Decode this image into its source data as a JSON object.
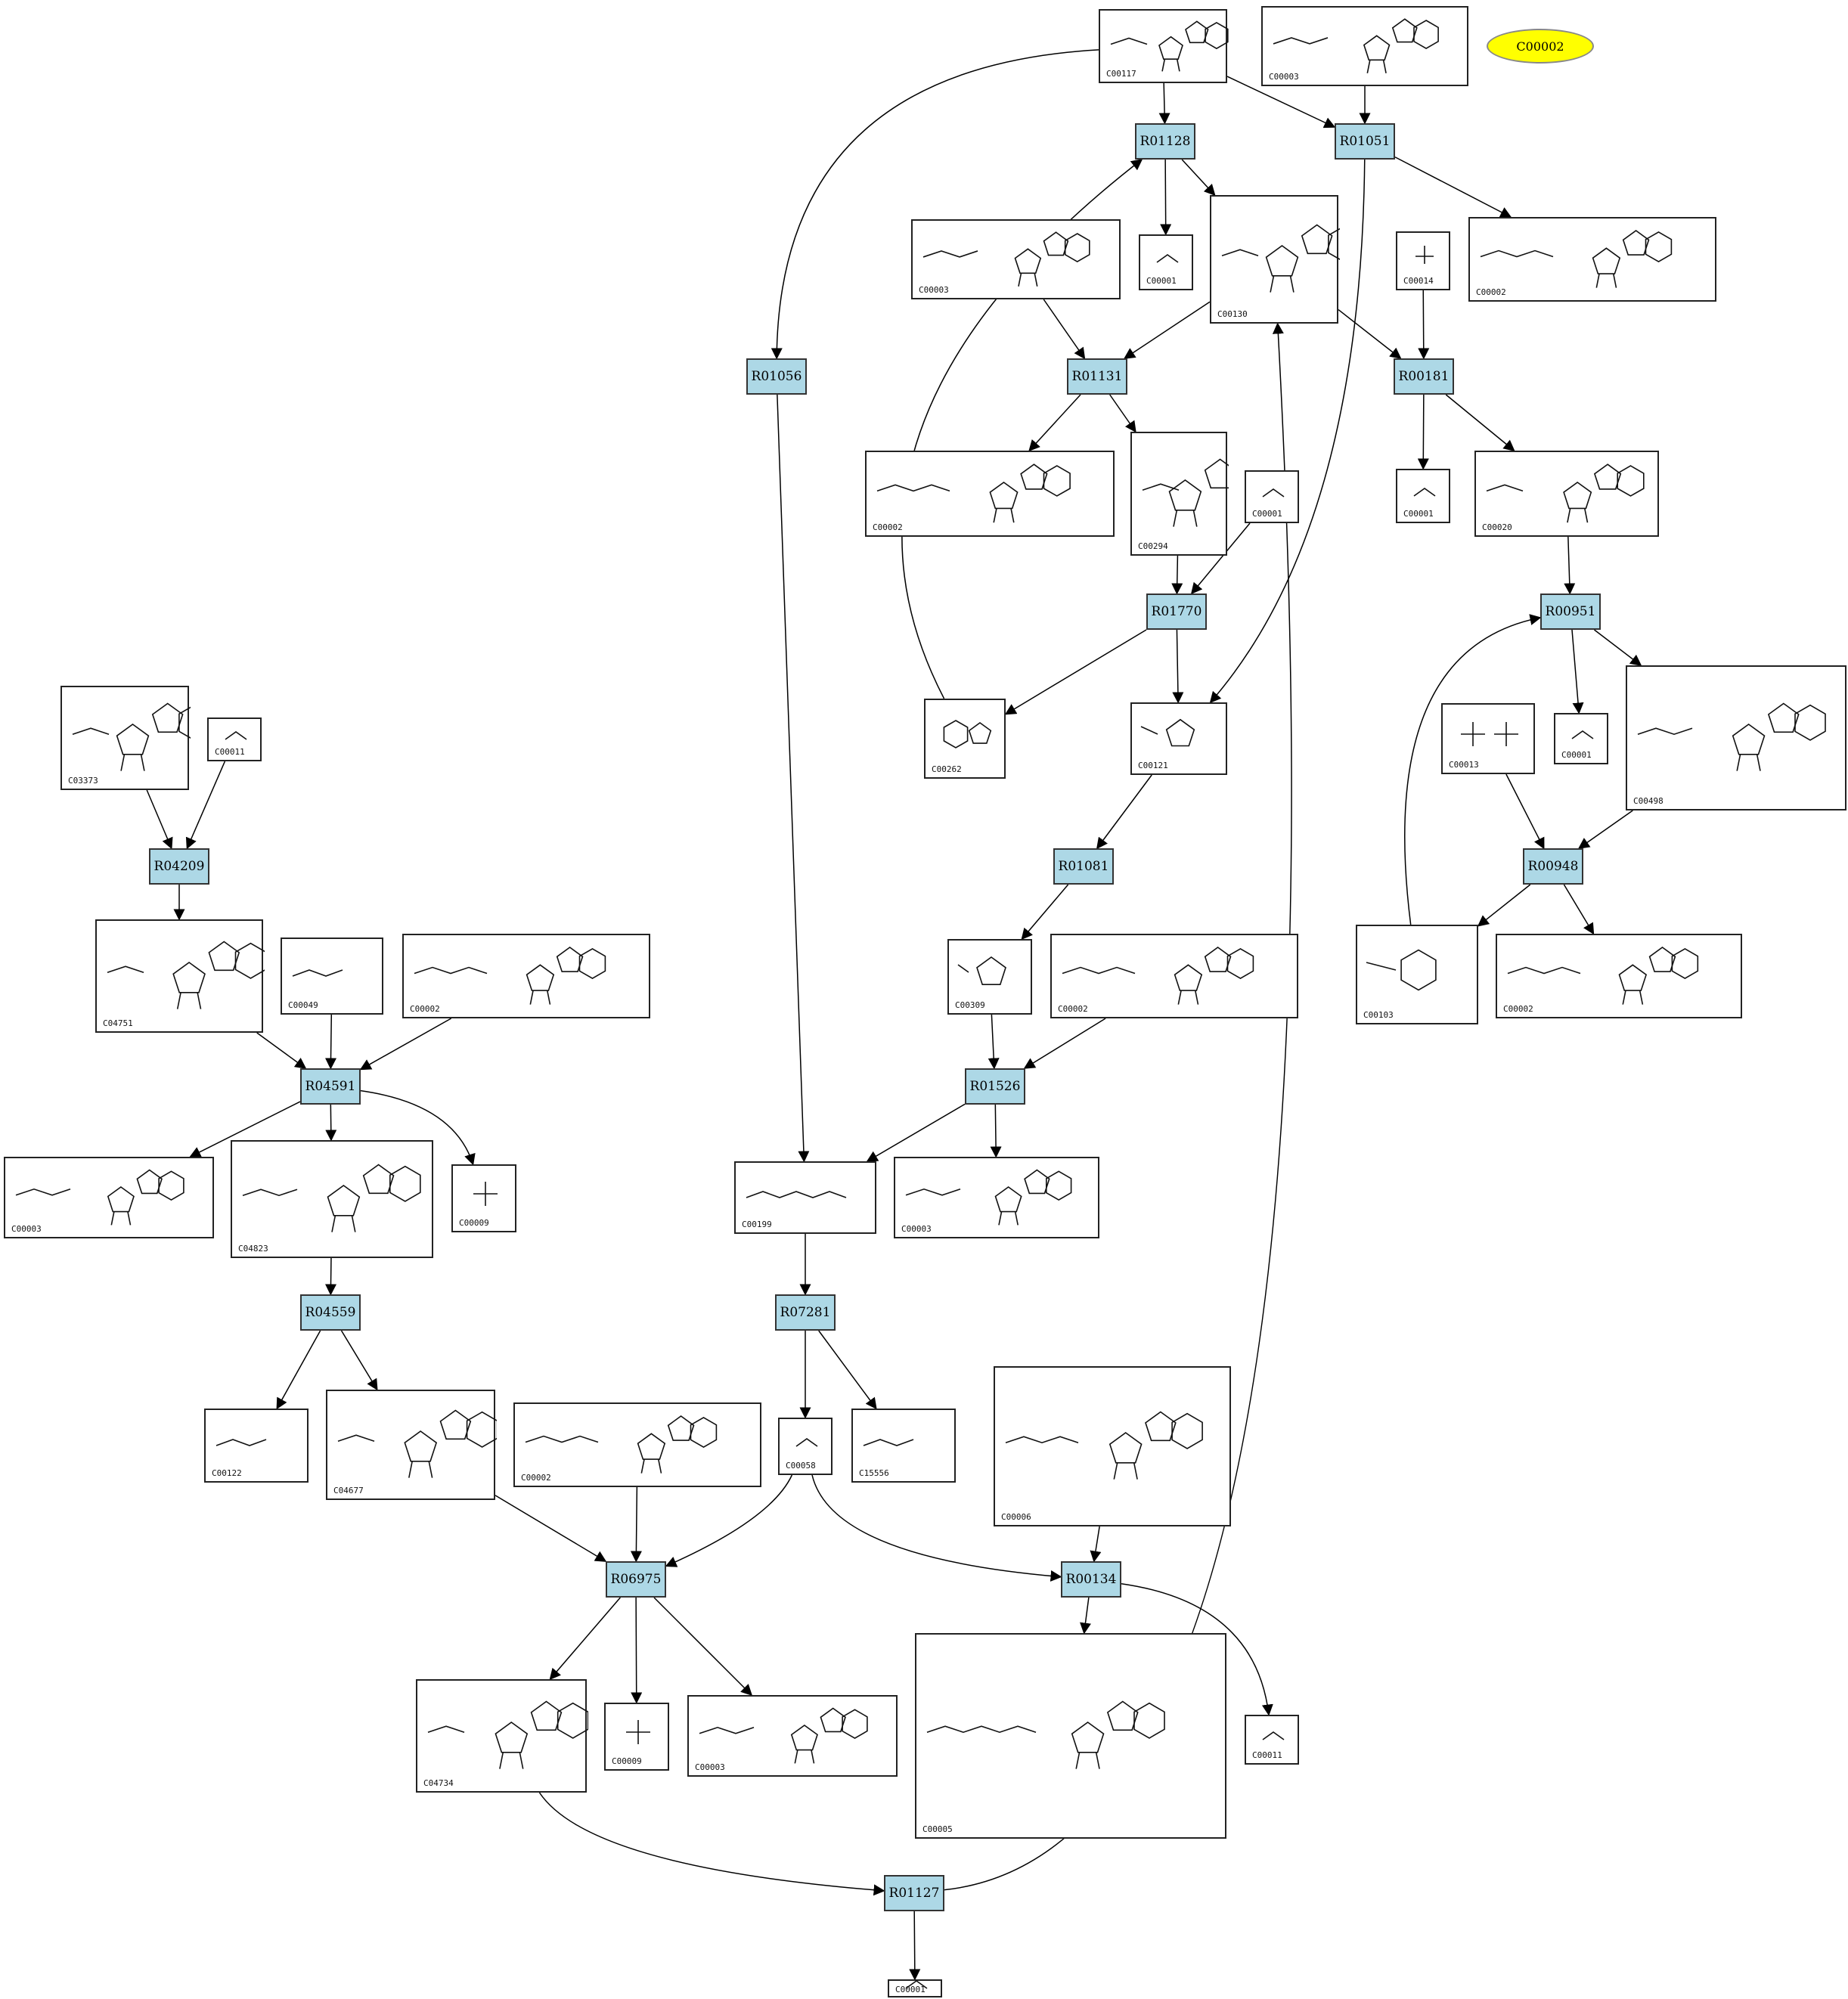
{
  "highlight": {
    "id": "C00002",
    "color": "#ffff00"
  },
  "reaction_color": "#add8e6",
  "reactions": [
    {
      "key": "r01128",
      "id": "R01128"
    },
    {
      "key": "r01051",
      "id": "R01051"
    },
    {
      "key": "r01056",
      "id": "R01056"
    },
    {
      "key": "r01131",
      "id": "R01131"
    },
    {
      "key": "r00181",
      "id": "R00181"
    },
    {
      "key": "r01770",
      "id": "R01770"
    },
    {
      "key": "r00951",
      "id": "R00951"
    },
    {
      "key": "r04209",
      "id": "R04209"
    },
    {
      "key": "r01081",
      "id": "R01081"
    },
    {
      "key": "r00948",
      "id": "R00948"
    },
    {
      "key": "r04591",
      "id": "R04591"
    },
    {
      "key": "r01526",
      "id": "R01526"
    },
    {
      "key": "r04559",
      "id": "R04559"
    },
    {
      "key": "r07281",
      "id": "R07281"
    },
    {
      "key": "r06975",
      "id": "R06975"
    },
    {
      "key": "r00134",
      "id": "R00134"
    },
    {
      "key": "r01127",
      "id": "R01127"
    }
  ],
  "compounds": [
    {
      "key": "c117",
      "id": "C00117",
      "icon": "ribose-5p-icon"
    },
    {
      "key": "c003a",
      "id": "C00003",
      "icon": "nucleotide-icon"
    },
    {
      "key": "c001a",
      "id": "C00001",
      "icon": "water-icon"
    },
    {
      "key": "c003b",
      "id": "C00003",
      "icon": "nucleotide-icon"
    },
    {
      "key": "c130",
      "id": "C00130",
      "icon": "nucleotide-icon"
    },
    {
      "key": "c014",
      "id": "C00014",
      "icon": "ammonia-icon"
    },
    {
      "key": "c002a",
      "id": "C00002",
      "icon": "nucleotide-icon"
    },
    {
      "key": "c002b",
      "id": "C00002",
      "icon": "nucleotide-icon"
    },
    {
      "key": "c294",
      "id": "C00294",
      "icon": "nucleoside-icon"
    },
    {
      "key": "c001b",
      "id": "C00001",
      "icon": "water-icon"
    },
    {
      "key": "c001c",
      "id": "C00001",
      "icon": "water-icon"
    },
    {
      "key": "c020",
      "id": "C00020",
      "icon": "nucleotide-icon"
    },
    {
      "key": "c262",
      "id": "C00262",
      "icon": "purine-base-icon"
    },
    {
      "key": "c121",
      "id": "C00121",
      "icon": "ribose-icon"
    },
    {
      "key": "c013",
      "id": "C00013",
      "icon": "pyrophosphate-icon"
    },
    {
      "key": "c001d",
      "id": "C00001",
      "icon": "water-icon"
    },
    {
      "key": "c498",
      "id": "C00498",
      "icon": "nucleotide-sugar-icon"
    },
    {
      "key": "c3373",
      "id": "C03373",
      "icon": "ribotide-icon"
    },
    {
      "key": "c011a",
      "id": "C00011",
      "icon": "co2-icon"
    },
    {
      "key": "c4751",
      "id": "C04751",
      "icon": "ribotide-icon"
    },
    {
      "key": "c049",
      "id": "C00049",
      "icon": "aspartate-icon"
    },
    {
      "key": "c002c",
      "id": "C00002",
      "icon": "nucleotide-icon"
    },
    {
      "key": "c309",
      "id": "C00309",
      "icon": "ribulose-icon"
    },
    {
      "key": "c002d",
      "id": "C00002",
      "icon": "nucleotide-icon"
    },
    {
      "key": "c103",
      "id": "C00103",
      "icon": "hexose-phosphate-icon"
    },
    {
      "key": "c002e",
      "id": "C00002",
      "icon": "nucleotide-icon"
    },
    {
      "key": "c003c",
      "id": "C00003",
      "icon": "nucleotide-icon"
    },
    {
      "key": "c4823",
      "id": "C04823",
      "icon": "ribotide-icon"
    },
    {
      "key": "c009a",
      "id": "C00009",
      "icon": "phosphate-icon"
    },
    {
      "key": "c199",
      "id": "C00199",
      "icon": "sugar-phosphate-icon"
    },
    {
      "key": "c003d",
      "id": "C00003",
      "icon": "nucleotide-icon"
    },
    {
      "key": "c122",
      "id": "C00122",
      "icon": "fumarate-icon"
    },
    {
      "key": "c4677",
      "id": "C04677",
      "icon": "ribotide-icon"
    },
    {
      "key": "c002f",
      "id": "C00002",
      "icon": "nucleotide-icon"
    },
    {
      "key": "c058",
      "id": "C00058",
      "icon": "formate-icon"
    },
    {
      "key": "c15556",
      "id": "C15556",
      "icon": "sugar-phosphate-icon"
    },
    {
      "key": "c006",
      "id": "C00006",
      "icon": "nucleotide-icon"
    },
    {
      "key": "c4734",
      "id": "C04734",
      "icon": "ribotide-icon"
    },
    {
      "key": "c009b",
      "id": "C00009",
      "icon": "phosphate-icon"
    },
    {
      "key": "c003e",
      "id": "C00003",
      "icon": "nucleotide-icon"
    },
    {
      "key": "c005",
      "id": "C00005",
      "icon": "nucleotide-icon"
    },
    {
      "key": "c011b",
      "id": "C00011",
      "icon": "co2-icon"
    },
    {
      "key": "c001e",
      "id": "C00001",
      "icon": "water-icon"
    }
  ]
}
